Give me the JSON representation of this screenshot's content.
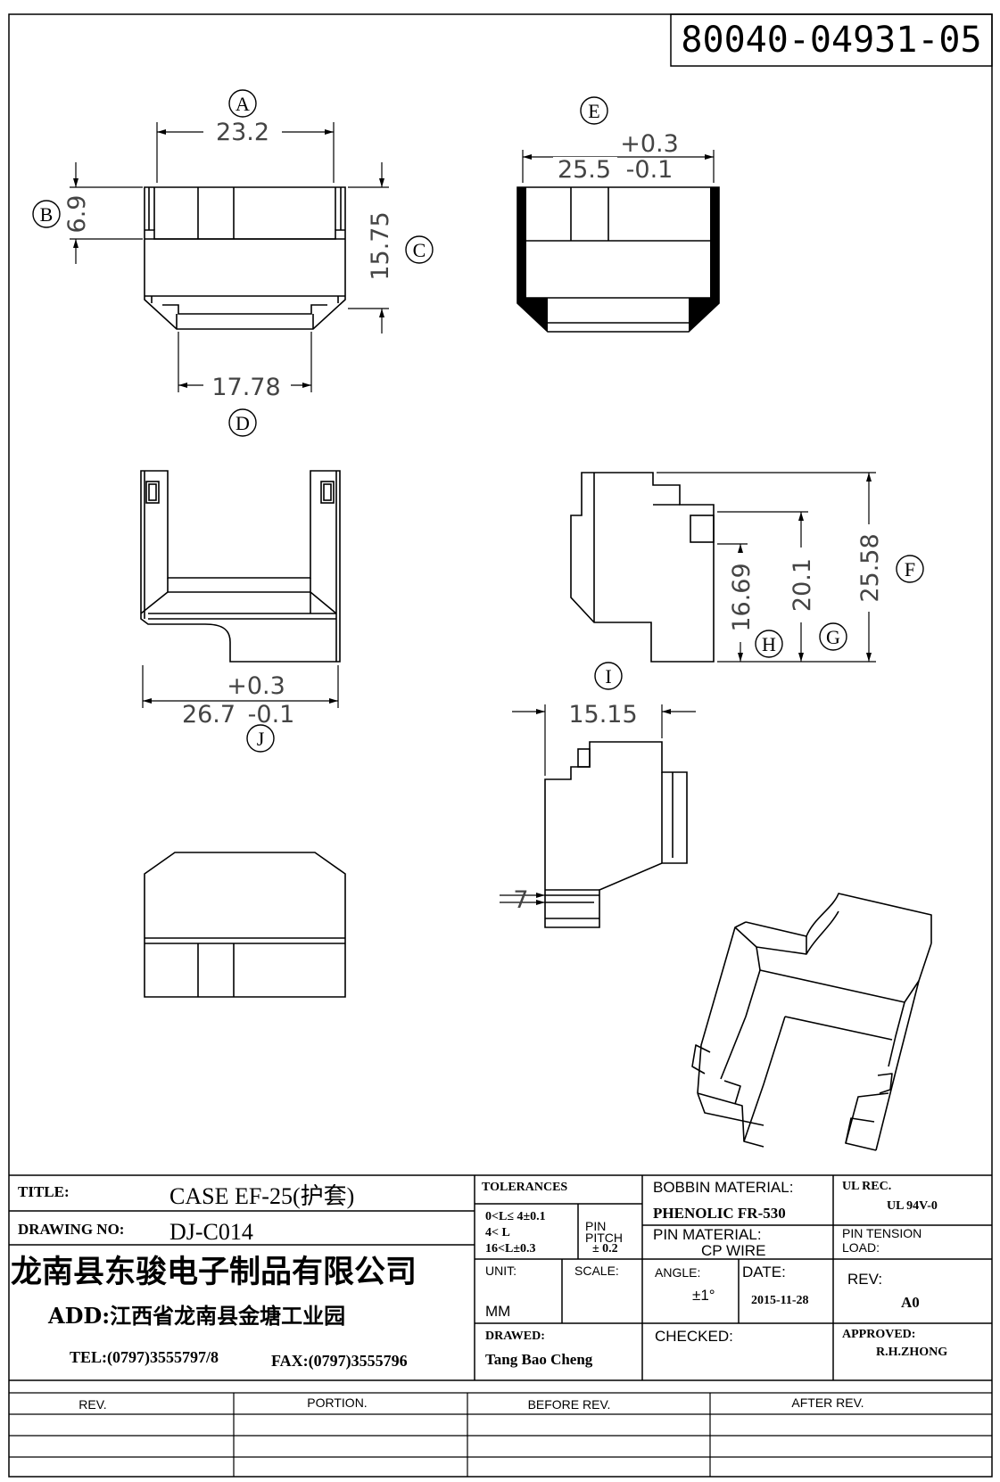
{
  "drawing_number_box": "80040-04931-05",
  "callouts": {
    "A": "A",
    "B": "B",
    "C": "C",
    "D": "D",
    "E": "E",
    "F": "F",
    "G": "G",
    "H": "H",
    "I": "I",
    "J": "J"
  },
  "dimensions": {
    "A": "23.2",
    "B": "6.9",
    "C": "15.75",
    "D": "17.78",
    "E_upper": "+0.3",
    "E_main": "25.5",
    "E_lower": "-0.1",
    "F": "25.58",
    "G": "20.1",
    "H": "16.69",
    "I": "15.15",
    "J_upper": "+0.3",
    "J_main": "26.7",
    "J_lower": "-0.1",
    "seven": "7"
  },
  "title_block": {
    "title_label": "TITLE:",
    "title_value": "CASE EF-25(护套)",
    "drawing_no_label": "DRAWING NO:",
    "drawing_no_value": "DJ-C014",
    "company": "龙南县东骏电子制品有限公司",
    "address": "ADD:江西省龙南县金塘工业园",
    "tel": "TEL:(0797)3555797/8",
    "fax": "FAX:(0797)3555796",
    "tolerances_label": "TOLERANCES",
    "tol_line1": "0<L≤ 4±0.1",
    "tol_line2": "4< L",
    "tol_line3": "16<L±0.3",
    "pin_pitch_label1": "PIN",
    "pin_pitch_label2": "PITCH",
    "pin_pitch_value": "± 0.2",
    "unit_label": "UNIT:",
    "unit_value": "MM",
    "scale_label": "SCALE:",
    "drawed_label": "DRAWED:",
    "drawed_value": "Tang Bao Cheng",
    "bobbin_label": "BOBBIN MATERIAL:",
    "bobbin_value": "PHENOLIC  FR-530",
    "pin_material_label": "PIN MATERIAL:",
    "pin_material_value": "CP WIRE",
    "angle_label": "ANGLE:",
    "angle_value": "±1°",
    "date_label": "DATE:",
    "date_value": "2015-11-28",
    "checked_label": "CHECKED:",
    "ul_label": "UL REC.",
    "ul_value": "UL  94V-0",
    "pin_tension_label1": "PIN TENSION",
    "pin_tension_label2": "LOAD:",
    "rev_label": "REV:",
    "rev_value": "A0",
    "approved_label": "APPROVED:",
    "approved_value": "R.H.ZHONG"
  },
  "revision_table": {
    "headers": [
      "REV.",
      "PORTION.",
      "BEFORE REV.",
      "AFTER REV."
    ]
  }
}
